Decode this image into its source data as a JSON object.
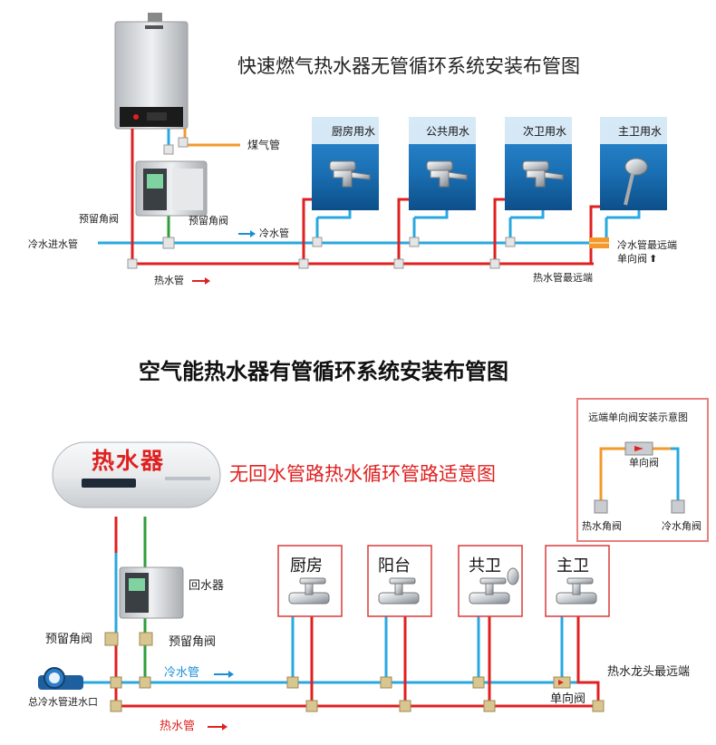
{
  "diagram1": {
    "title": "快速燃气热水器无管循环系统安装布管图",
    "gas_label": "煤气管",
    "reserved_valve_1": "预留角阀",
    "reserved_valve_2": "预留角阀",
    "cold_inlet": "冷水进水管",
    "cold_pipe": "冷水管",
    "hot_pipe": "热水管",
    "rooms": [
      "厨房用水",
      "公共用水",
      "次卫用水",
      "主卫用水"
    ],
    "cold_far_end": "冷水管最远端",
    "check_valve": "单向阀",
    "hot_far_end": "热水管最远端",
    "up_arrow": "⬆"
  },
  "diagram2": {
    "title": "空气能热水器有管循环系统安装布管图",
    "subtitle": "无回水管路热水循环管路适意图",
    "heater": "热水器",
    "return_unit": "回水器",
    "reserved_valve_1": "预留角阀",
    "reserved_valve_2": "预留角阀",
    "cold_pipe": "冷水管",
    "hot_pipe": "热水管",
    "main_inlet": "总冷水管进水口",
    "rooms": [
      "厨房",
      "阳台",
      "共卫",
      "主卫"
    ],
    "hot_far_end": "热水龙头最远端",
    "check_valve": "单向阀",
    "inset_title": "远端单向阀安装示意图",
    "inset_check_valve": "单向阀",
    "inset_hot_valve": "热水角阀",
    "inset_cold_valve": "冷水角阀"
  },
  "colors": {
    "hot": "#e02020",
    "cold": "#29a8e0",
    "gas": "#f39a2b",
    "recirc": "#2e9e3a",
    "room_blue": "#1a6fb3",
    "fitting": "#d9c58f"
  }
}
